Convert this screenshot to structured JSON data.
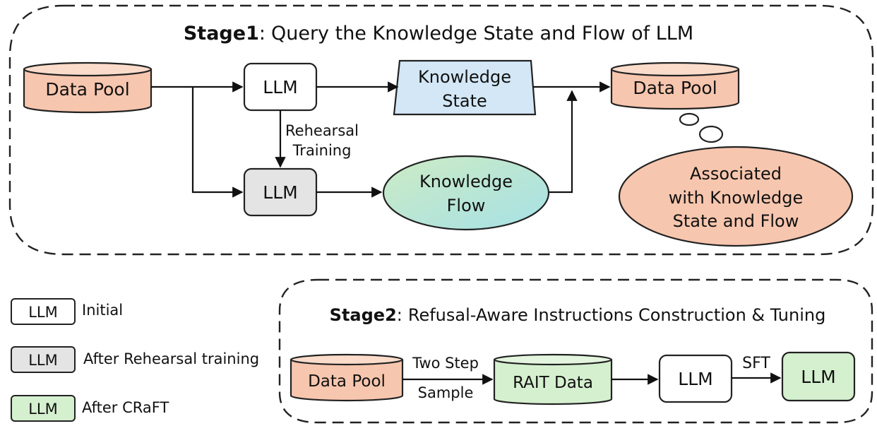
{
  "colors": {
    "pool": "#F7C6AE",
    "pool_top": "#FBDCCB",
    "initial": "#FFFFFF",
    "rehearsal": "#E4E4E4",
    "craft": "#D5F0CF",
    "state": "#D3E7F6",
    "flow_from": "#CDEBC4",
    "flow_to": "#A6E1E6",
    "thought": "#F7C6AE",
    "stroke": "#222222"
  },
  "stage1": {
    "title_bold": "Stage1",
    "title_colon": ":",
    "title_rest": "Query the Knowledge State and Flow of LLM",
    "data_pool": "Data Pool",
    "llm_initial": "LLM",
    "llm_rehearsal": "LLM",
    "knowledge_state": [
      "Knowledge",
      "State"
    ],
    "knowledge_flow": [
      "Knowledge",
      "Flow"
    ],
    "rehearsal_label": [
      "Rehearsal",
      "Training"
    ],
    "data_pool_out": "Data Pool",
    "thought": [
      "Associated",
      "with Knowledge",
      "State and Flow"
    ]
  },
  "legend": [
    {
      "box": "LLM",
      "text": "Initial",
      "fill": "initial"
    },
    {
      "box": "LLM",
      "text": "After Rehearsal training",
      "fill": "rehearsal"
    },
    {
      "box": "LLM",
      "text": "After CRaFT",
      "fill": "craft"
    }
  ],
  "stage2": {
    "title_bold": "Stage2",
    "title_colon": ":",
    "title_rest": "Refusal-Aware Instructions Construction & Tuning",
    "data_pool": "Data Pool",
    "sample_top": "Two Step",
    "sample_bottom": "Sample",
    "rait": "RAIT Data",
    "llm_initial": "LLM",
    "sft": "SFT",
    "llm_craft": "LLM"
  }
}
